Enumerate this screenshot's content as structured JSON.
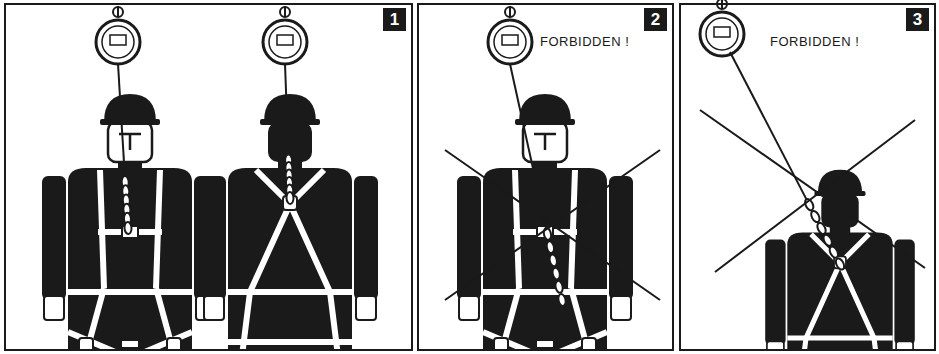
{
  "diagram": {
    "nodes": [
      {
        "text": [
          "1"
        ]
      },
      {
        "text": [
          "2"
        ]
      },
      {
        "text": [
          "3"
        ]
      }
    ],
    "labels": [
      "FORBIDDEN !",
      "FORBIDDEN !"
    ]
  }
}
